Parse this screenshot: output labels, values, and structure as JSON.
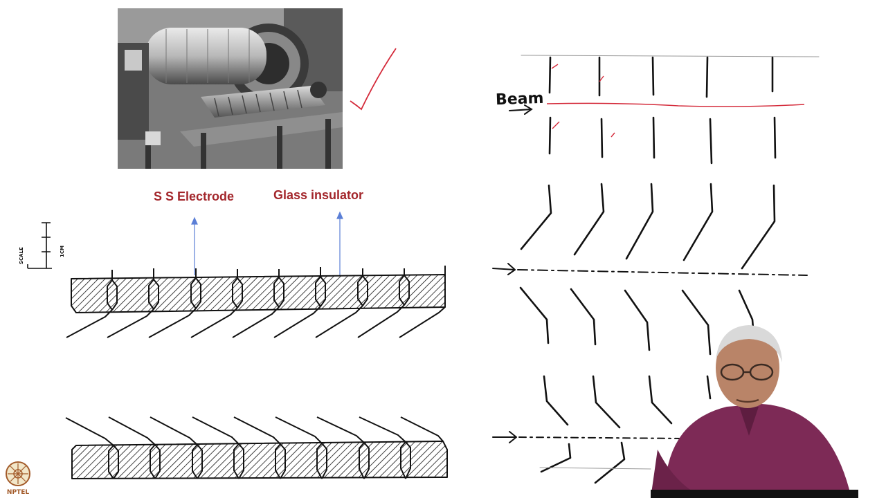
{
  "labels": {
    "electrode": "S S Electrode",
    "insulator": "Glass insulator",
    "beam": "Beam",
    "scale": "SCALE",
    "scale_unit": "1CM"
  },
  "logo": {
    "text": "NPTEL"
  },
  "colors": {
    "label_red": "#a3262b",
    "arrow_blue": "#5b7fd6",
    "annotation_red": "#d42a3a",
    "ink": "#111111"
  }
}
